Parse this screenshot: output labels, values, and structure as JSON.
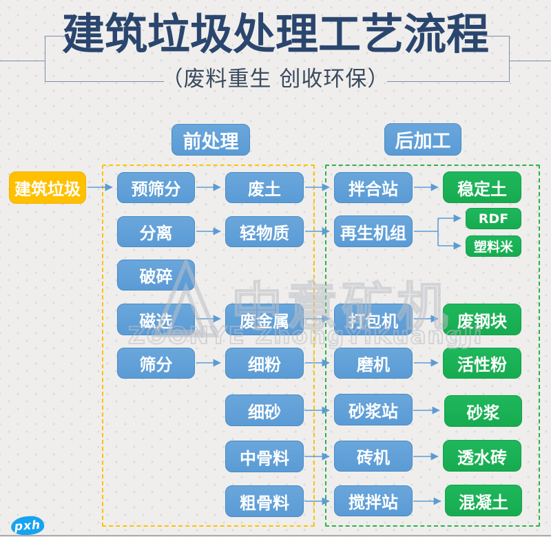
{
  "header": {
    "title": "建筑垃圾处理工艺流程",
    "subtitle": "（废料重生 创收环保）"
  },
  "sections": {
    "pre": "前处理",
    "post": "后加工"
  },
  "nodes": [
    {
      "id": "construction-waste",
      "label": "建筑垃圾",
      "kind": "source"
    },
    {
      "id": "pre-screening",
      "label": "预筛分",
      "kind": "process"
    },
    {
      "id": "waste-soil",
      "label": "废土",
      "kind": "process"
    },
    {
      "id": "mixing-station",
      "label": "拌合站",
      "kind": "process"
    },
    {
      "id": "stabilized-soil",
      "label": "稳定土",
      "kind": "product"
    },
    {
      "id": "separation",
      "label": "分离",
      "kind": "process"
    },
    {
      "id": "light-material",
      "label": "轻物质",
      "kind": "process"
    },
    {
      "id": "recycling-unit",
      "label": "再生机组",
      "kind": "process"
    },
    {
      "id": "rdf",
      "label": "RDF",
      "kind": "product"
    },
    {
      "id": "plastic-pellets",
      "label": "塑料米",
      "kind": "product"
    },
    {
      "id": "crushing",
      "label": "破碎",
      "kind": "process"
    },
    {
      "id": "magnetic-separation",
      "label": "磁选",
      "kind": "process"
    },
    {
      "id": "scrap-metal",
      "label": "废金属",
      "kind": "process"
    },
    {
      "id": "baler",
      "label": "打包机",
      "kind": "process"
    },
    {
      "id": "scrap-steel-block",
      "label": "废钢块",
      "kind": "product"
    },
    {
      "id": "screening",
      "label": "筛分",
      "kind": "process"
    },
    {
      "id": "fine-powder",
      "label": "细粉",
      "kind": "process"
    },
    {
      "id": "mill",
      "label": "磨机",
      "kind": "process"
    },
    {
      "id": "active-powder",
      "label": "活性粉",
      "kind": "product"
    },
    {
      "id": "fine-sand",
      "label": "细砂",
      "kind": "process"
    },
    {
      "id": "mortar-station",
      "label": "砂浆站",
      "kind": "process"
    },
    {
      "id": "mortar",
      "label": "砂浆",
      "kind": "product"
    },
    {
      "id": "medium-aggregate",
      "label": "中骨料",
      "kind": "process"
    },
    {
      "id": "brick-machine",
      "label": "砖机",
      "kind": "process"
    },
    {
      "id": "permeable-brick",
      "label": "透水砖",
      "kind": "product"
    },
    {
      "id": "coarse-aggregate",
      "label": "粗骨料",
      "kind": "process"
    },
    {
      "id": "batching-plant",
      "label": "搅拌站",
      "kind": "process"
    },
    {
      "id": "concrete",
      "label": "混凝土",
      "kind": "product"
    }
  ],
  "edges": [
    "建筑垃圾→预筛分",
    "预筛分→废土",
    "废土→拌合站",
    "拌合站→稳定土",
    "分离→轻物质",
    "轻物质→再生机组",
    "再生机组→RDF",
    "再生机组→塑料米",
    "磁选→废金属",
    "废金属→打包机",
    "打包机→废钢块",
    "筛分→细粉",
    "细粉→磨机",
    "磨机→活性粉",
    "细砂→砂浆站",
    "砂浆站→砂浆",
    "中骨料→砖机",
    "砖机→透水砖",
    "粗骨料→搅拌站",
    "搅拌站→混凝土"
  ],
  "watermark": {
    "cn": "中意矿机",
    "en": "ZOONYE ZhongYiKuangJi"
  },
  "signature": {
    "label": "pxh"
  },
  "colors": {
    "title_navy": "#2b466e",
    "process_blue": "#5b9bd5",
    "product_green": "#17ab50",
    "source_yellow": "#ffc000",
    "dashed_pre": "#ffc000",
    "dashed_post": "#2bb24c",
    "arrow_blue": "#5b9bd5",
    "background": "#efeeec"
  }
}
